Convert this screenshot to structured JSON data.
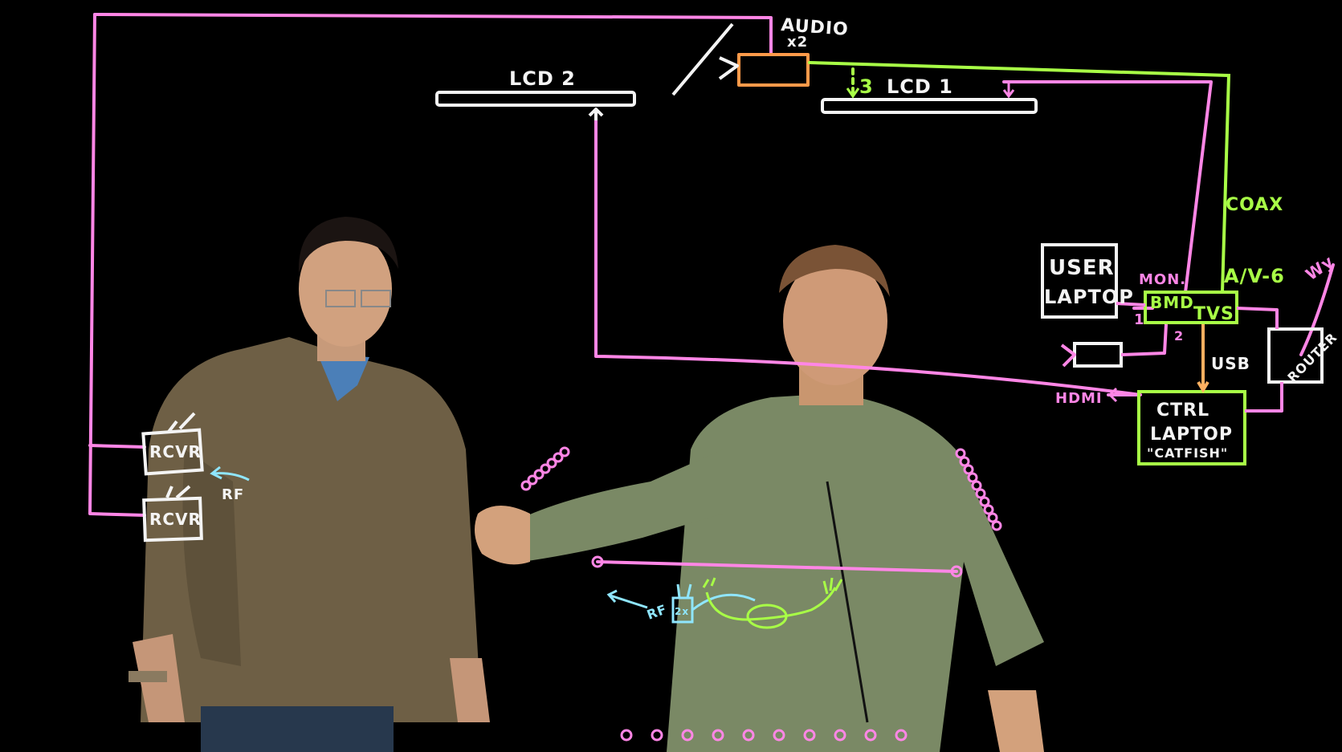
{
  "labels": {
    "audio": "AUDIO",
    "x2": "x2",
    "lcd2": "LCD 2",
    "lcd1": "LCD 1",
    "num3": "3",
    "coax": "COAX",
    "user_laptop_1": "USER",
    "user_laptop_2": "LAPTOP",
    "mon": "MON.",
    "av6": "A/V-6",
    "bmd": "BMD",
    "tvs": "TVS",
    "wy": "Wy",
    "num1": "1",
    "num2": "2",
    "router": "ROUTER",
    "usb": "USB",
    "hdmi": "HDMI",
    "ctrl_laptop_1": "CTRL",
    "ctrl_laptop_2": "LAPTOP",
    "ctrl_laptop_3": "\"CATFISH\"",
    "rcvr_top": "RCVR",
    "rcvr_bottom": "RCVR",
    "rf_left": "RF",
    "rf_bottom": "RF",
    "rf_box": "2x"
  },
  "colors": {
    "pink": "#ff86e6",
    "white": "#f4f4f4",
    "green": "#a8ff46",
    "cyan": "#8fe6ff",
    "orange": "#ffb060",
    "background": "#000000",
    "sweater": "#6f6046",
    "shirt": "#7d8b69"
  }
}
